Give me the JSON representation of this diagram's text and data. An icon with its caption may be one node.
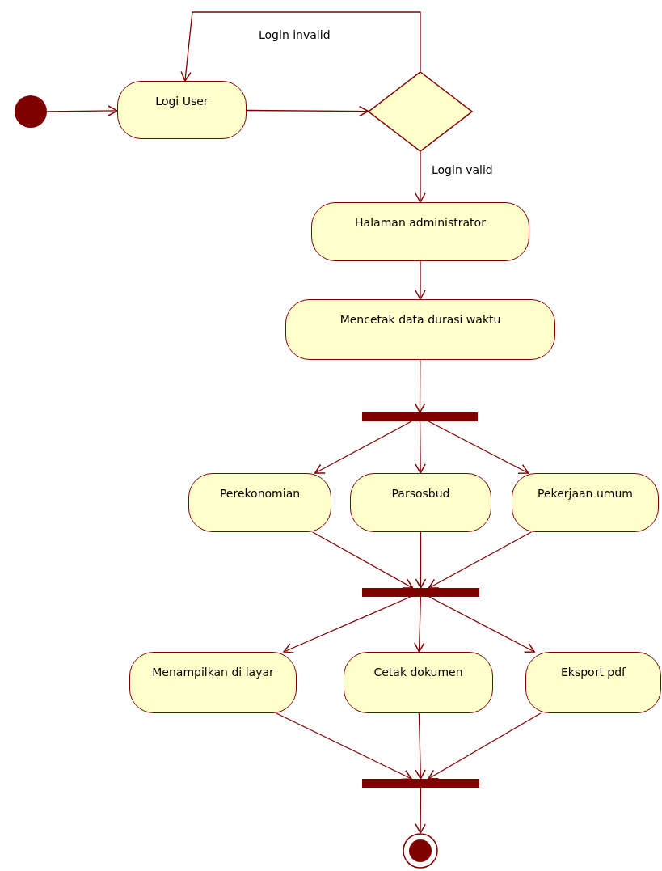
{
  "diagram": {
    "nodes": [
      {
        "text": [],
        "shape": "circle"
      },
      {
        "text": [
          "Logi User"
        ]
      },
      {
        "text": [],
        "shape": "diamond"
      },
      {
        "text": [
          "Halaman administrator"
        ]
      },
      {
        "text": [
          "Mencetak data durasi waktu"
        ]
      },
      {
        "text": [],
        "shape": "bar"
      },
      {
        "text": [
          "Perekonomian"
        ]
      },
      {
        "text": [
          "Parsosbud"
        ]
      },
      {
        "text": [
          "Pekerjaan umum"
        ]
      },
      {
        "text": [],
        "shape": "bar"
      },
      {
        "text": [
          "Menampilkan di layar"
        ]
      },
      {
        "text": [
          "Cetak dokumen"
        ]
      },
      {
        "text": [
          "Eksport pdf"
        ]
      },
      {
        "text": [],
        "shape": "bar"
      },
      {
        "text": [],
        "shape": "circle"
      }
    ],
    "edges": [
      {
        "from": 0,
        "to": 1,
        "arrow": "to"
      },
      {
        "from": 1,
        "to": 2,
        "arrow": "to"
      },
      {
        "from": 2,
        "to": 1,
        "arrow": "to",
        "label": "Login invalid"
      },
      {
        "from": 2,
        "to": 3,
        "arrow": "to",
        "label": "Login valid"
      },
      {
        "from": 3,
        "to": 4,
        "arrow": "to"
      },
      {
        "from": 4,
        "to": 5,
        "arrow": "to"
      },
      {
        "from": 5,
        "to": 6,
        "arrow": "to"
      },
      {
        "from": 5,
        "to": 7,
        "arrow": "to"
      },
      {
        "from": 5,
        "to": 8,
        "arrow": "to"
      },
      {
        "from": 6,
        "to": 9,
        "arrow": "to"
      },
      {
        "from": 7,
        "to": 9,
        "arrow": "to"
      },
      {
        "from": 8,
        "to": 9,
        "arrow": "to"
      },
      {
        "from": 9,
        "to": 10,
        "arrow": "to"
      },
      {
        "from": 9,
        "to": 11,
        "arrow": "to"
      },
      {
        "from": 9,
        "to": 12,
        "arrow": "to"
      },
      {
        "from": 10,
        "to": 13,
        "arrow": "to"
      },
      {
        "from": 11,
        "to": 13,
        "arrow": "to"
      },
      {
        "from": 12,
        "to": 13,
        "arrow": "to"
      },
      {
        "from": 13,
        "to": 14,
        "arrow": "to"
      }
    ]
  }
}
